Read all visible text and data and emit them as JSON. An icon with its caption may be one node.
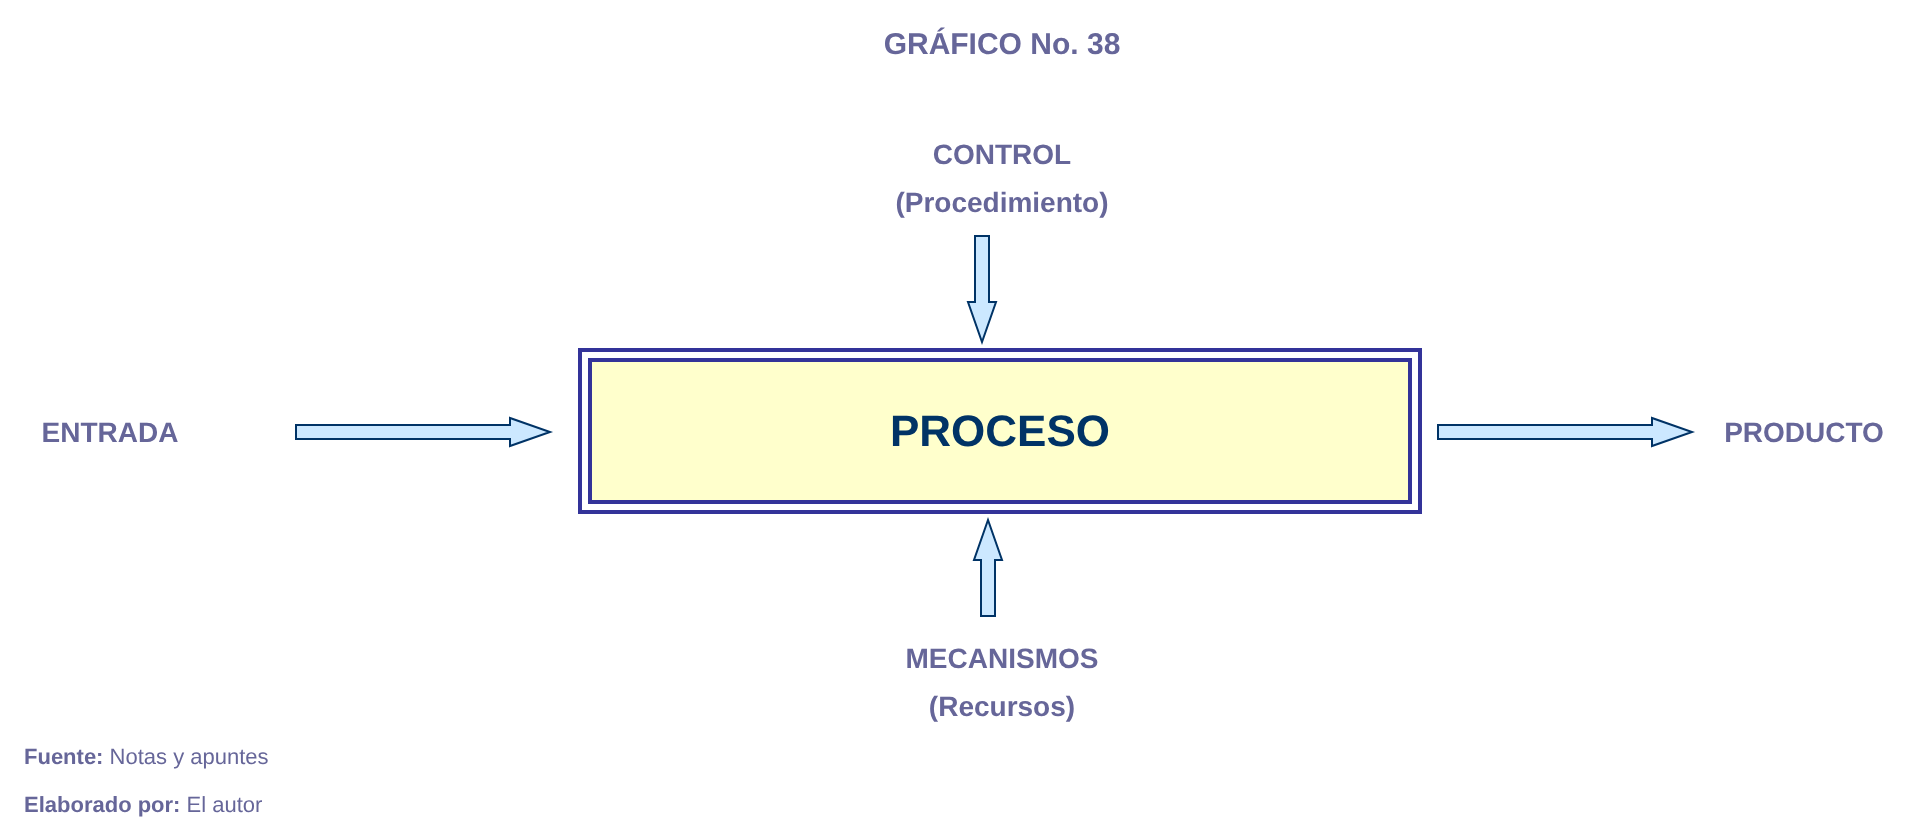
{
  "diagram": {
    "title": "GRÁFICO No. 38",
    "nodes": [
      {
        "text": [
          "PROCESO"
        ]
      },
      {
        "text": [
          "ENTRADA"
        ]
      },
      {
        "text": [
          "CONTROL",
          "(Procedimiento)"
        ]
      },
      {
        "text": [
          "MECANISMOS",
          "(Recursos)"
        ]
      },
      {
        "text": [
          "PRODUCTO"
        ]
      }
    ],
    "edges": [
      {
        "from": 1,
        "to": 0,
        "arrow": "to"
      },
      {
        "from": 2,
        "to": 0,
        "arrow": "to"
      },
      {
        "from": 3,
        "to": 0,
        "arrow": "to"
      },
      {
        "from": 0,
        "to": 4,
        "arrow": "to"
      }
    ],
    "labels": [
      "**Fuente:**  Notas y apuntes",
      "**Elaborado por:**  El autor"
    ]
  }
}
